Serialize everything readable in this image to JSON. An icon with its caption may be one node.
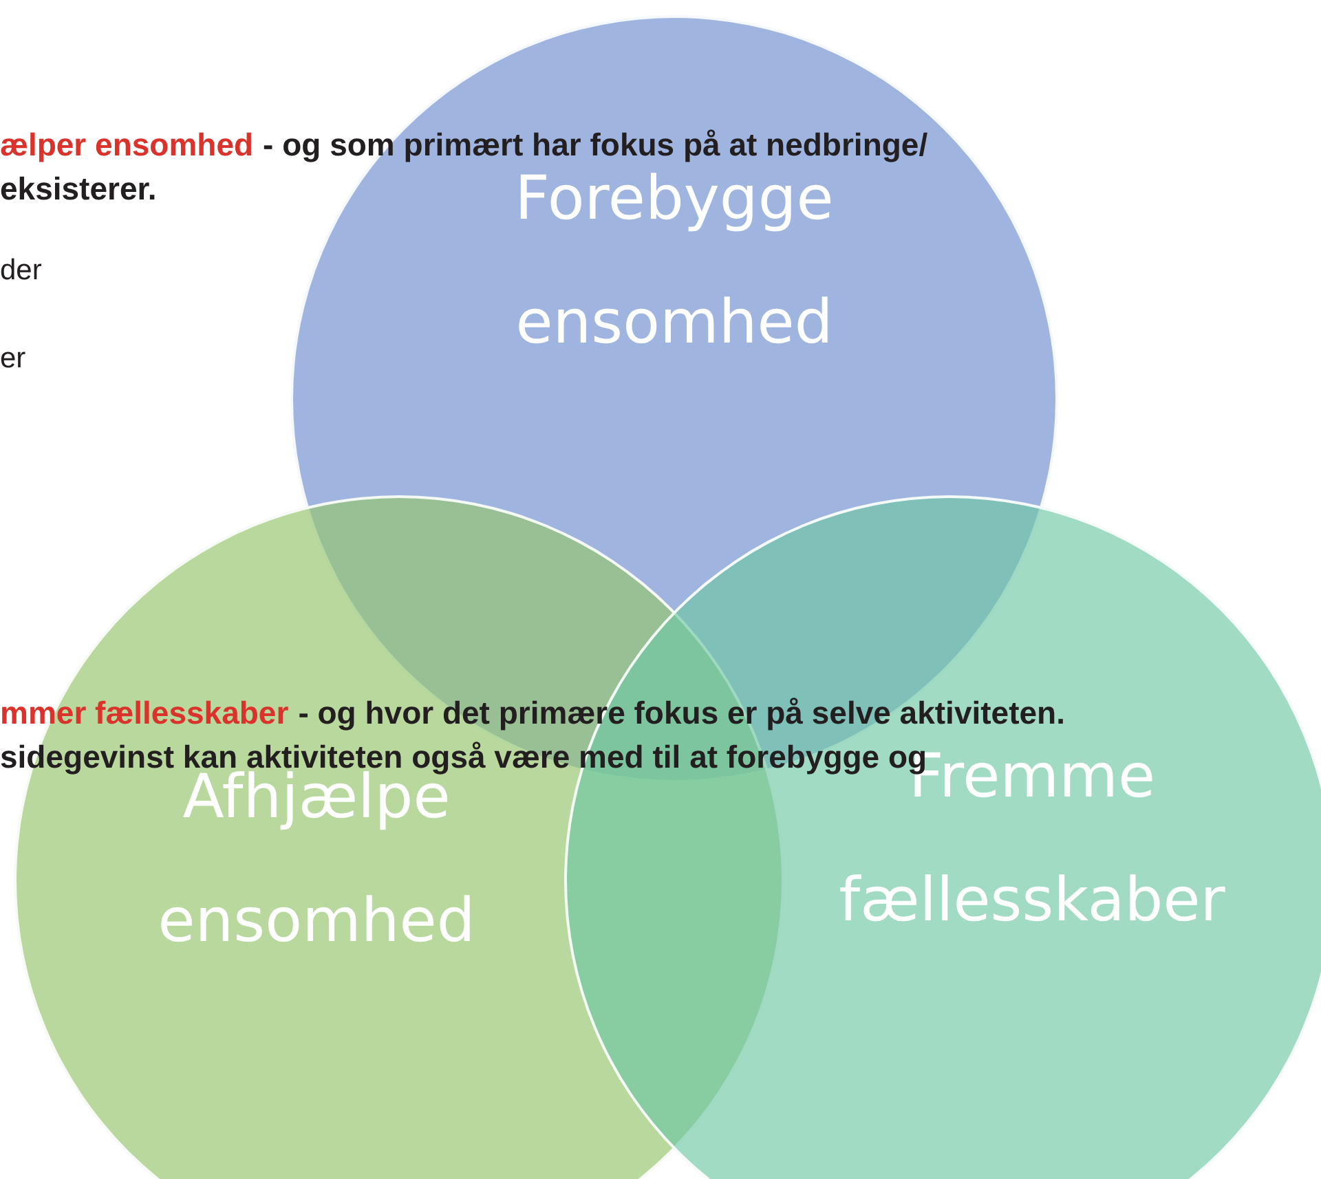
{
  "diagram": {
    "nodes": [
      {
        "text": [
          "Forebygge ensomhed"
        ]
      },
      {
        "text": [
          "Afhjælpe ensomhed"
        ]
      },
      {
        "text": [
          "Fremme fællesskaber"
        ]
      }
    ],
    "labels": [
      "ælper ensomhed",
      "- og som primært har fokus på at nedbringe/",
      "eksisterer.",
      "der",
      "er",
      "mmer fællesskaber",
      "- og hvor det primære fokus er på selve aktiviteten.",
      "sidegevinst kan aktiviteten også være med til at forebygge og"
    ]
  }
}
